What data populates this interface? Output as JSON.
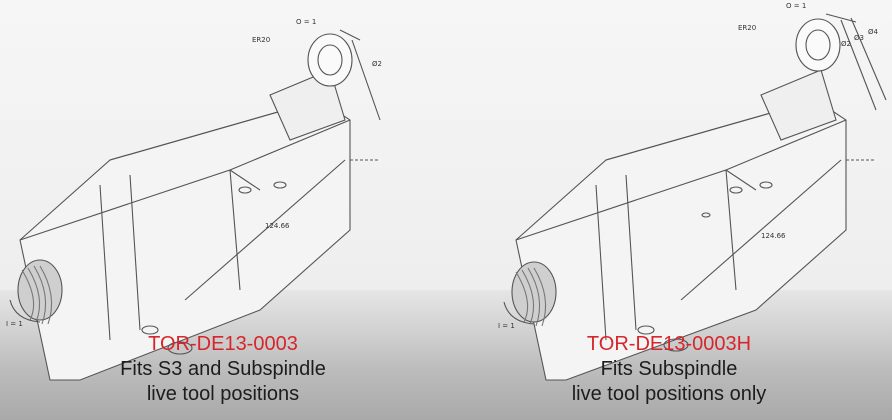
{
  "products": [
    {
      "part_number": "TOR-DE13-0003",
      "line1": "Fits S3 and Subspindle",
      "line2": "live tool positions",
      "drawing": {
        "collet_label": "ER20",
        "output_label": "O = 1",
        "input_label": "I = 1",
        "length_label": "124.66",
        "dia_label": "Ø2"
      }
    },
    {
      "part_number": "TOR-DE13-0003H",
      "line1": "Fits Subspindle",
      "line2": "live tool positions only",
      "drawing": {
        "collet_label": "ER20",
        "output_label": "O = 1",
        "input_label": "I = 1",
        "length_label": "124.66",
        "dia_label": "Ø2",
        "dim_a": "Ø2",
        "dim_b": "Ø3",
        "dim_c": "Ø4"
      }
    }
  ]
}
